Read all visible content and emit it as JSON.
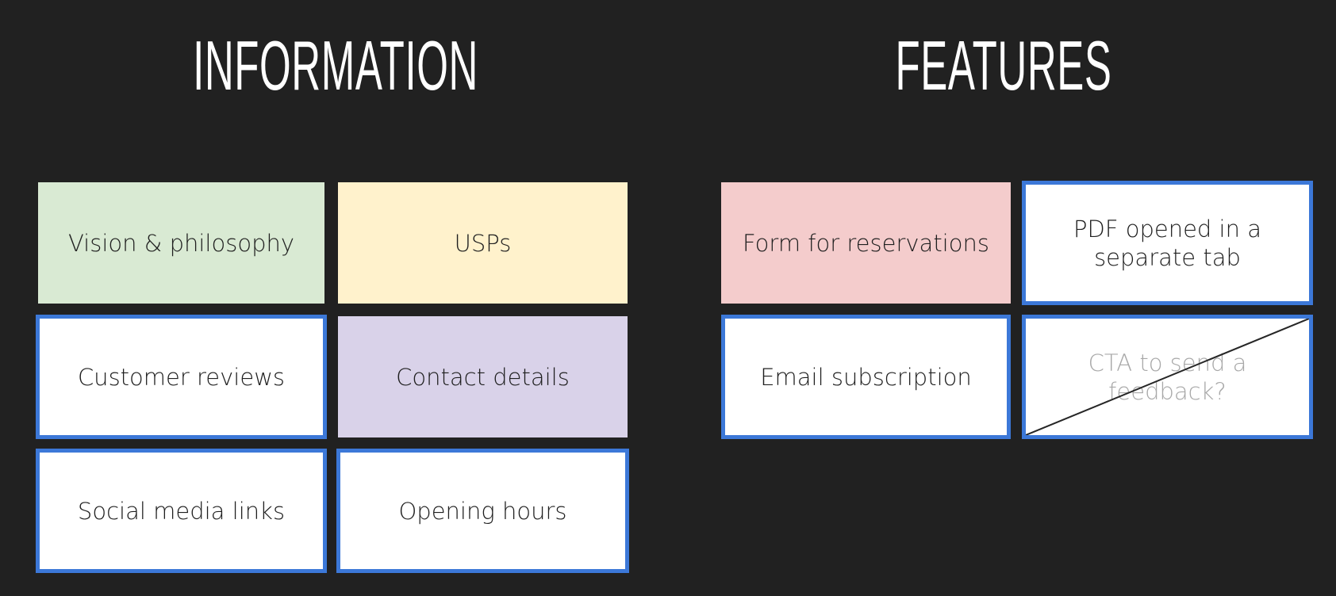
{
  "headings": {
    "information": "INFORMATION",
    "features": "FEATURES"
  },
  "information_cards": {
    "vision": {
      "label": "Vision & philosophy",
      "color": "#d9ead3",
      "style": "filled"
    },
    "usps": {
      "label": "USPs",
      "color": "#fff2cc",
      "style": "filled"
    },
    "reviews": {
      "label": "Customer reviews",
      "color": "#ffffff",
      "style": "outlined"
    },
    "contact": {
      "label": "Contact details",
      "color": "#d9d2e9",
      "style": "filled"
    },
    "social": {
      "label": "Social media links",
      "color": "#ffffff",
      "style": "outlined"
    },
    "hours": {
      "label": "Opening hours",
      "color": "#ffffff",
      "style": "outlined"
    }
  },
  "feature_cards": {
    "form": {
      "label": "Form for reservations",
      "color": "#f4cccc",
      "style": "filled"
    },
    "pdf": {
      "label_line1": "PDF opened in a",
      "label_line2": "separate tab",
      "color": "#ffffff",
      "style": "outlined"
    },
    "email": {
      "label": "Email subscription",
      "color": "#ffffff",
      "style": "outlined"
    },
    "cta": {
      "label_line1": "CTA to send a",
      "label_line2": "feedback?",
      "color": "#ffffff",
      "style": "outlined-crossed-out"
    }
  },
  "colors": {
    "background": "#212121",
    "outline": "#3c78d8",
    "text": "#1f1f1f",
    "muted_text": "#a8a8a8",
    "heading": "#ffffff"
  }
}
